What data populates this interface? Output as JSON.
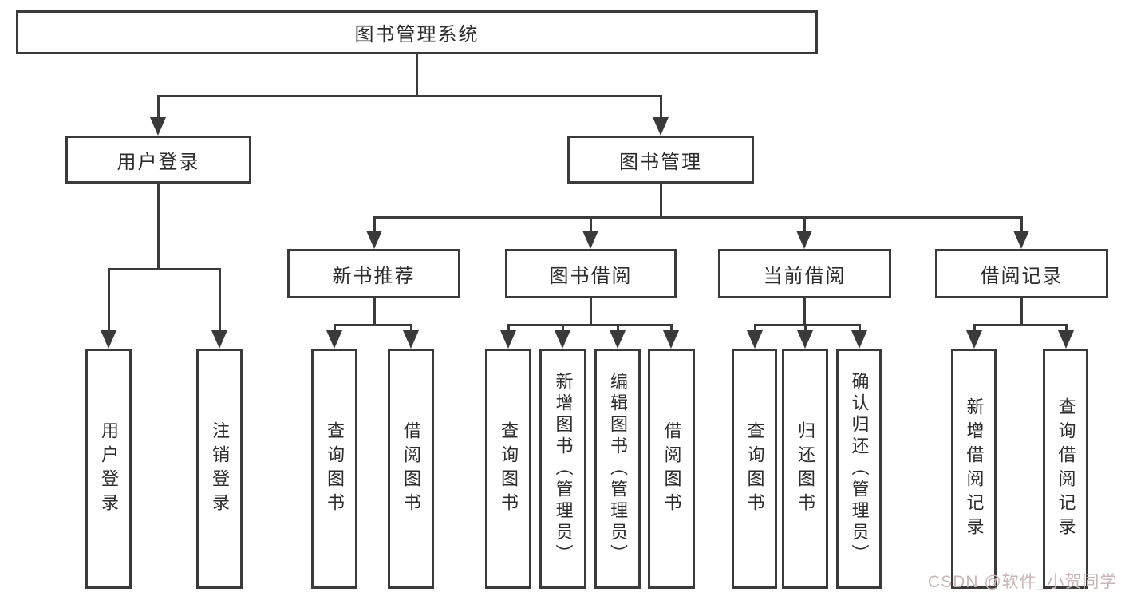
{
  "diagram": {
    "root": {
      "label": "图书管理系统",
      "children": [
        {
          "label": "用户登录",
          "children": [
            {
              "label": "用户登录"
            },
            {
              "label": "注销登录"
            }
          ]
        },
        {
          "label": "图书管理",
          "children": [
            {
              "label": "新书推荐",
              "children": [
                {
                  "label": "查询图书"
                },
                {
                  "label": "借阅图书"
                }
              ]
            },
            {
              "label": "图书借阅",
              "children": [
                {
                  "label": "查询图书"
                },
                {
                  "label": "新增图书（管理员）"
                },
                {
                  "label": "编辑图书（管理员）"
                },
                {
                  "label": "借阅图书"
                }
              ]
            },
            {
              "label": "当前借阅",
              "children": [
                {
                  "label": "查询图书"
                },
                {
                  "label": "归还图书"
                },
                {
                  "label": "确认归还（管理员）"
                }
              ]
            },
            {
              "label": "借阅记录",
              "children": [
                {
                  "label": "新增借阅记录"
                },
                {
                  "label": "查询借阅记录"
                }
              ]
            }
          ]
        }
      ]
    }
  },
  "watermark": {
    "text": "CSDN @软件_小贺同学"
  },
  "colors": {
    "line": "#3a3a3a",
    "box_border": "#3a3a3a",
    "text": "#2d2d2d",
    "watermark": "#c9b6b6",
    "background": "#ffffff"
  }
}
